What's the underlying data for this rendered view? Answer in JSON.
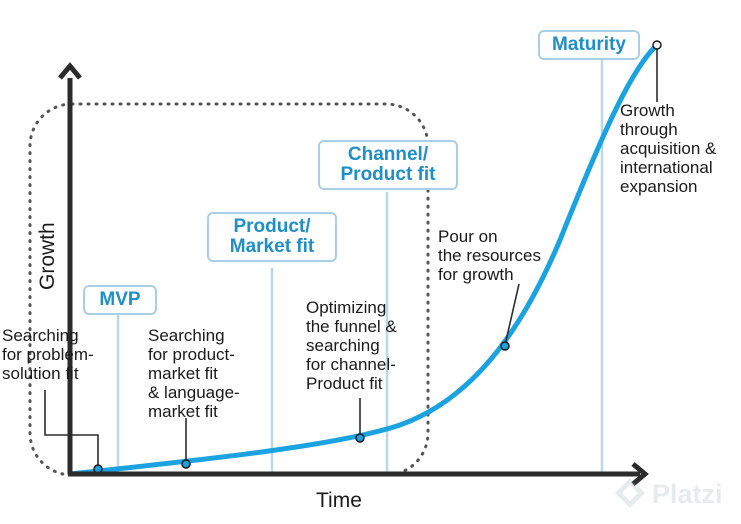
{
  "axes": {
    "y_label": "Growth",
    "x_label": "Time"
  },
  "stages": [
    {
      "id": "mvp",
      "label": "MVP"
    },
    {
      "id": "product-market",
      "line1": "Product/",
      "line2": "Market fit"
    },
    {
      "id": "channel-product",
      "line1": "Channel/",
      "line2": "Product fit"
    },
    {
      "id": "maturity",
      "label": "Maturity"
    }
  ],
  "notes": [
    {
      "id": "problem-solution",
      "lines": [
        "Searching",
        "for problem-",
        "solution fit"
      ]
    },
    {
      "id": "product-market",
      "lines": [
        "Searching",
        "for product-",
        "market fit",
        "& language-",
        "market fit"
      ]
    },
    {
      "id": "funnel",
      "lines": [
        "Optimizing",
        "the funnel &",
        "searching",
        "for channel-",
        "Product fit"
      ]
    },
    {
      "id": "resources",
      "lines": [
        "Pour on",
        "the resources",
        "for growth"
      ]
    },
    {
      "id": "expansion",
      "lines": [
        "Growth",
        "through",
        "acquisition &",
        "international",
        "expansion"
      ]
    }
  ],
  "watermark": {
    "text": "Platzi"
  },
  "colors": {
    "curve": "#1aa3e0",
    "axis": "#2b2b2b",
    "stage_border": "#a9cfe6",
    "stage_text": "#1f8fc9",
    "divider": "#b9d8ea",
    "dotted_box": "#555555"
  }
}
